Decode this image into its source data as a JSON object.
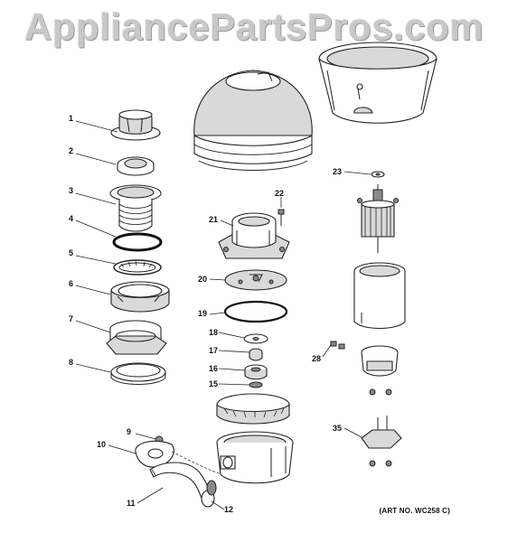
{
  "watermark": "AppliancePartsPros.com",
  "art_number": "(ART NO. WC258 C)",
  "callouts": [
    "1",
    "2",
    "3",
    "4",
    "5",
    "6",
    "7",
    "8",
    "9",
    "10",
    "11",
    "12",
    "15",
    "16",
    "17",
    "18",
    "19",
    "20",
    "21",
    "22",
    "23",
    "28",
    "35"
  ]
}
